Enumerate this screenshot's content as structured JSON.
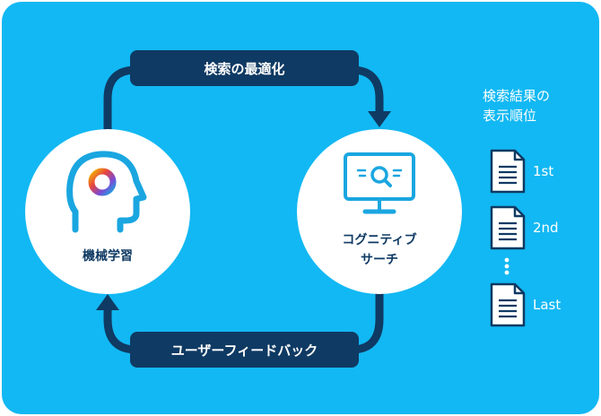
{
  "loop": {
    "top_label": "検索の最適化",
    "bottom_label": "ユーザーフィードバック"
  },
  "nodes": {
    "ml": {
      "label": "機械学習",
      "icon": "head-with-ai-brain-icon"
    },
    "cs": {
      "label_line1": "コグニティブ",
      "label_line2": "サーチ",
      "icon": "monitor-search-icon"
    }
  },
  "results": {
    "title_line1": "検索結果の",
    "title_line2": "表示順位",
    "items": [
      "1st",
      "2nd",
      "Last"
    ]
  },
  "colors": {
    "panel": "#12b8f3",
    "navy": "#0f3a63",
    "icon_blue": "#1aa6e0",
    "white": "#ffffff"
  }
}
